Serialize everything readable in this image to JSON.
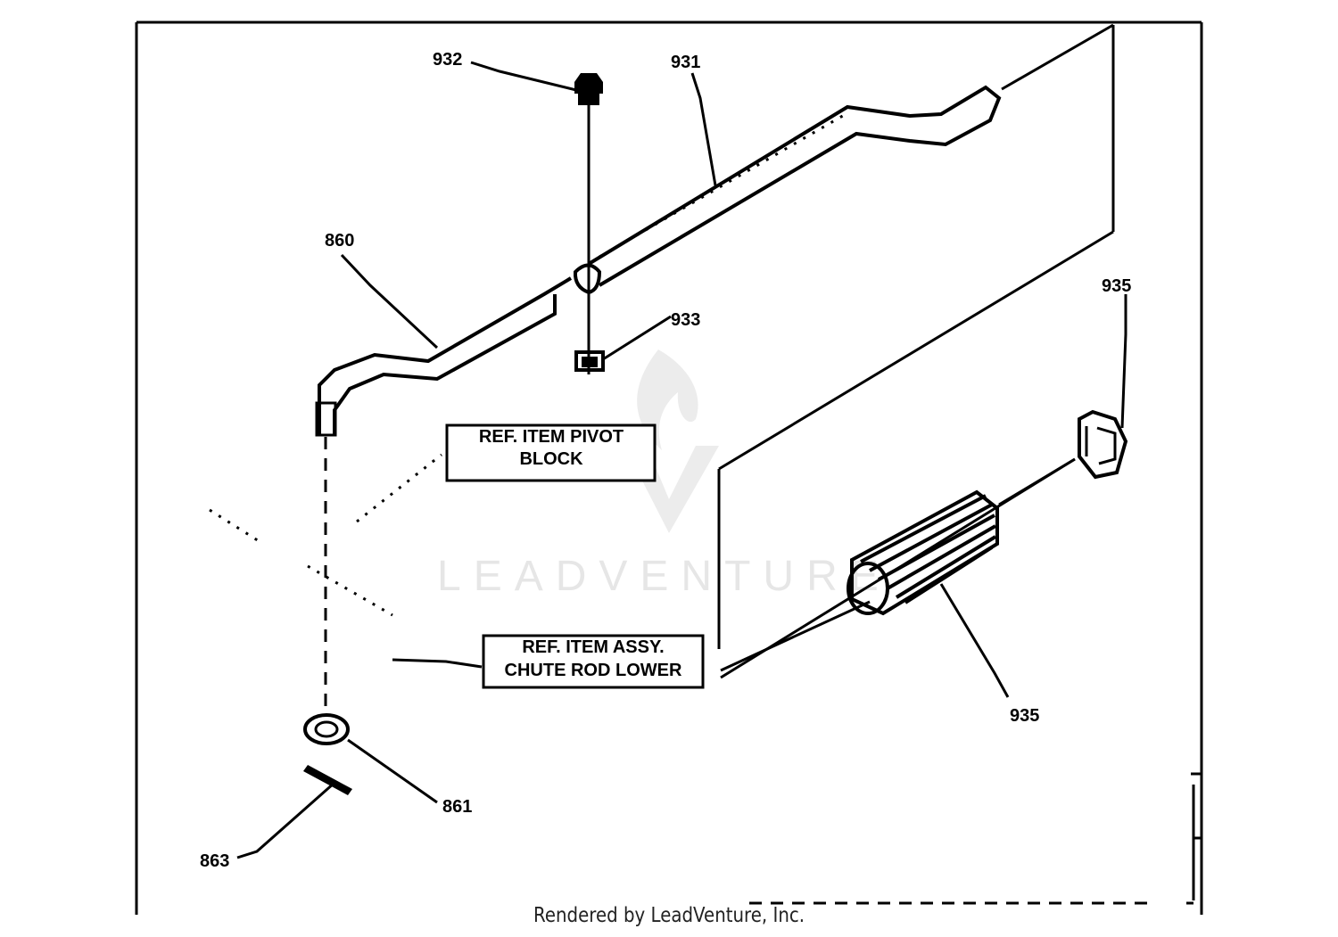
{
  "diagram": {
    "callouts": [
      {
        "id": "c932",
        "label": "932"
      },
      {
        "id": "c931",
        "label": "931"
      },
      {
        "id": "c860",
        "label": "860"
      },
      {
        "id": "c933",
        "label": "933"
      },
      {
        "id": "c935a",
        "label": "935"
      },
      {
        "id": "c935b",
        "label": "935"
      },
      {
        "id": "c861",
        "label": "861"
      },
      {
        "id": "c863",
        "label": "863"
      }
    ],
    "reference_boxes": [
      {
        "id": "pivot",
        "line1": "REF. ITEM PIVOT",
        "line2": "BLOCK"
      },
      {
        "id": "chute",
        "line1": "REF. ITEM ASSY.",
        "line2": "CHUTE ROD LOWER"
      }
    ]
  },
  "watermark": {
    "brand": "LEADVENTURE"
  },
  "footer": {
    "text": "Rendered by LeadVenture, Inc."
  }
}
